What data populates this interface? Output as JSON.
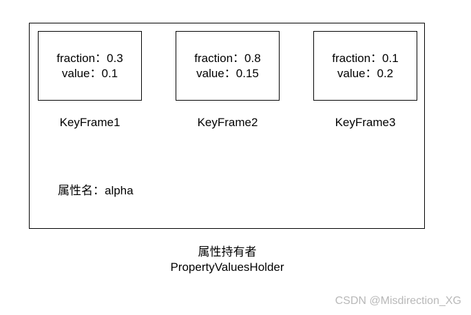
{
  "keyframes": [
    {
      "fraction_text": "fraction：0.3",
      "value_text": "value：0.1",
      "label": "KeyFrame1"
    },
    {
      "fraction_text": "fraction：0.8",
      "value_text": "value：0.15",
      "label": "KeyFrame2"
    },
    {
      "fraction_text": "fraction：0.1",
      "value_text": "value：0.2",
      "label": "KeyFrame3"
    }
  ],
  "property_name": "属性名：alpha",
  "caption": {
    "line1": "属性持有者",
    "line2": "PropertyValuesHolder"
  },
  "watermark": "CSDN @Misdirection_XG",
  "colors": {
    "stroke": "#000000",
    "watermark": "#b8b8b8"
  }
}
